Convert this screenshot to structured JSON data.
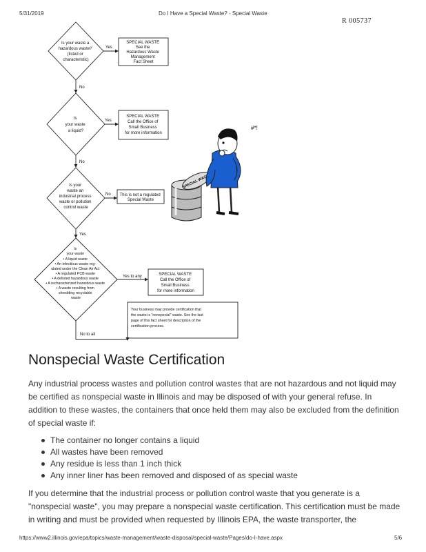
{
  "header": {
    "date": "5/31/2019",
    "title": "Do I Have a Special Waste? - Special Waste",
    "bates": "R 005737"
  },
  "flowchart": {
    "q1": [
      "Is your waste a",
      "hazardous waste?",
      "(listed or",
      "characteristic)"
    ],
    "yes1": "Yes",
    "box1": [
      "SPECIAL WASTE",
      "See the",
      "Hazardous Waste",
      "Management",
      "Fact Sheet"
    ],
    "no1": "No",
    "q2": [
      "Is",
      "your waste",
      "a liquid?"
    ],
    "yes2": "Yes",
    "box2": [
      "SPECIAL WASTE",
      "Call the Office of",
      "Small Business",
      "for more information"
    ],
    "no2": "No",
    "q3": [
      "Is your",
      "waste an",
      "industrial process",
      "waste or pollution",
      "control waste"
    ],
    "no3": "No",
    "box3": [
      "This is not a regulated",
      "Special Waste"
    ],
    "yes3": "Yes",
    "q4": [
      "Is",
      "your waste",
      "• A liquid waste",
      "• An infectious waste reg-",
      "ulated under the Clean Air Act",
      "• A regulated PCB waste",
      "• A delisted hazardous waste",
      "• A recharacterized hazardous waste",
      "• A waste resulting from",
      "shredding recyclable",
      "waste"
    ],
    "yes4": "Yes to any",
    "box4": [
      "SPECIAL WASTE",
      "Call the Office of",
      "Small Business",
      "for more information"
    ],
    "no4": "No to all",
    "box5": [
      "Your business may provide certification that",
      "the waste is \"nonspecial\" waste. See the last",
      "page of this fact sheet for description of the",
      "certification process."
    ],
    "drum_label": "SPECIAL WASTE",
    "cartoon_marks": "#*!"
  },
  "section": {
    "title": "Nonspecial Waste Certification",
    "para1": "Any industrial process wastes and pollution control wastes that are not hazardous and not liquid may be certified as nonspecial waste in Illinois and may be disposed of with your general refuse. In addition to these wastes, the containers that once held them may also be excluded from the definition of special waste if:",
    "bullets": [
      "The container no longer contains a liquid",
      "All wastes have been removed",
      "Any residue is less than 1 inch thick",
      "Any inner liner has been removed and disposed of as special waste"
    ],
    "para2": "If you determine that the industrial process or pollution control waste that you generate is a \"nonspecial waste\", you may prepare a nonspecial waste certification. This certification must be made in writing and must be provided when requested by Illinois EPA, the waste transporter, the"
  },
  "footer": {
    "url": "https://www2.illinois.gov/epa/topics/waste-management/waste-disposal/special-waste/Pages/do-I-have.aspx",
    "page": "5/6"
  }
}
